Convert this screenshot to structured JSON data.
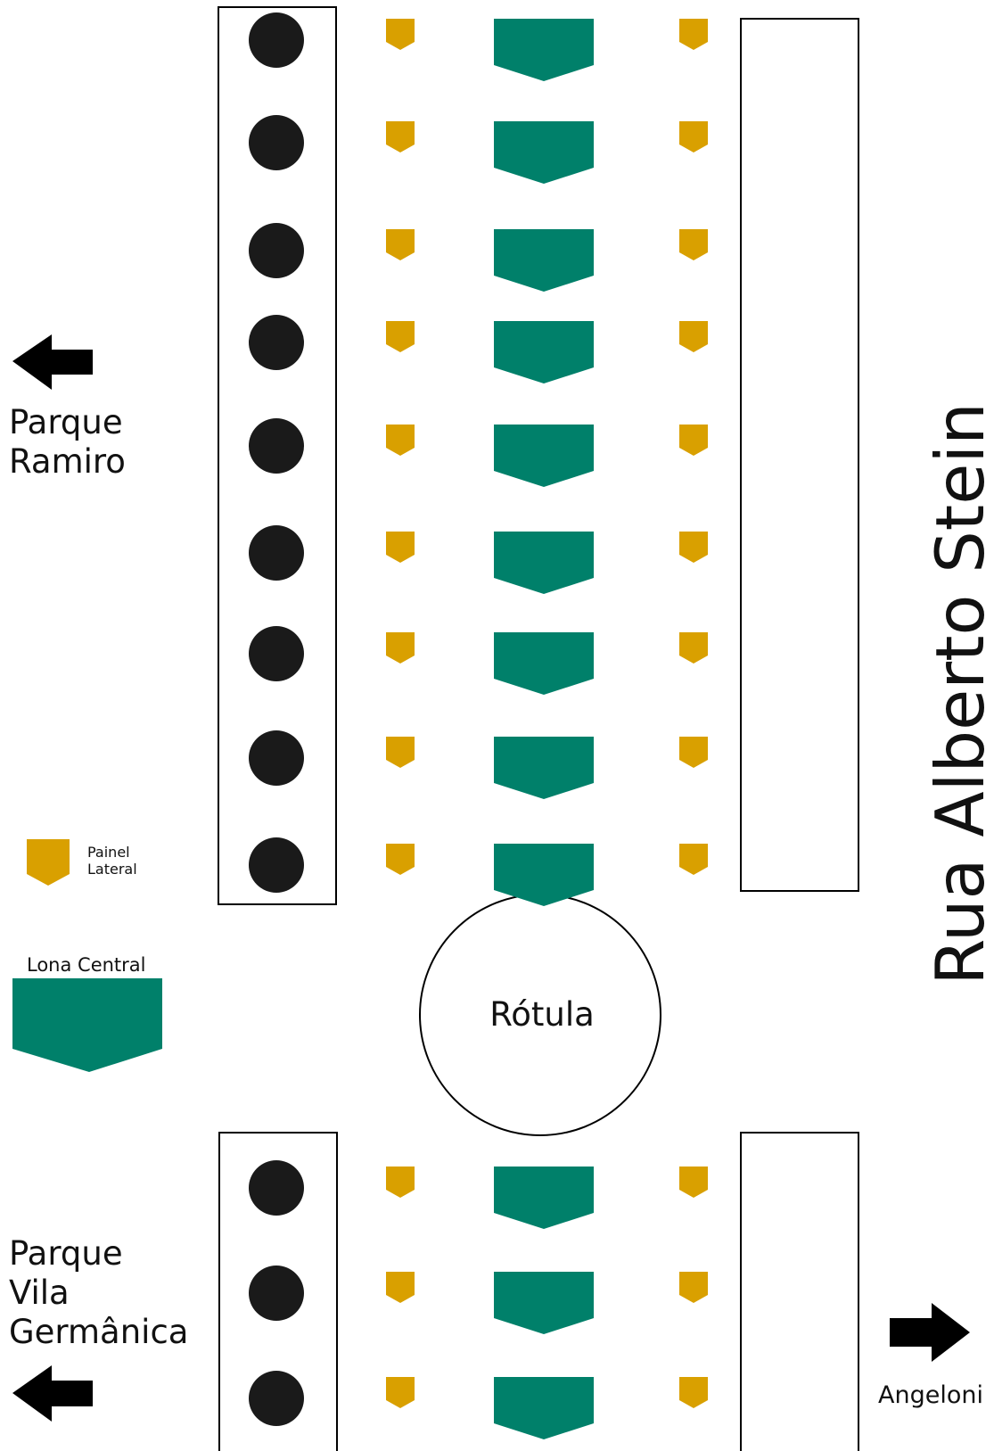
{
  "title": "",
  "labels": {
    "parque_ramiro": [
      "Parque",
      "Ramiro"
    ],
    "parque_vila_germanica": [
      "Parque",
      "Vila",
      "Germânica"
    ],
    "street": "Rua Alberto Stein",
    "rotula": "Rótula",
    "angeloni": "Angeloni"
  },
  "legend": {
    "painel_lateral": [
      "Painel",
      "Lateral"
    ],
    "lona_central": "Lona Central"
  },
  "colors": {
    "painel_lateral": "#D9A000",
    "lona_central": "#00806A",
    "post": "#1A1A1A",
    "outline": "#000000",
    "arrow": "#000000"
  },
  "icons": {
    "post": "black-circle",
    "painel_lateral": "pentagon-pointing-down",
    "lona_central": "banner-chevron-down",
    "arrow_left": "left-arrow-icon",
    "arrow_right": "right-arrow-icon"
  },
  "layout_groups": {
    "north_section_rows": 9,
    "south_section_rows": 3
  }
}
